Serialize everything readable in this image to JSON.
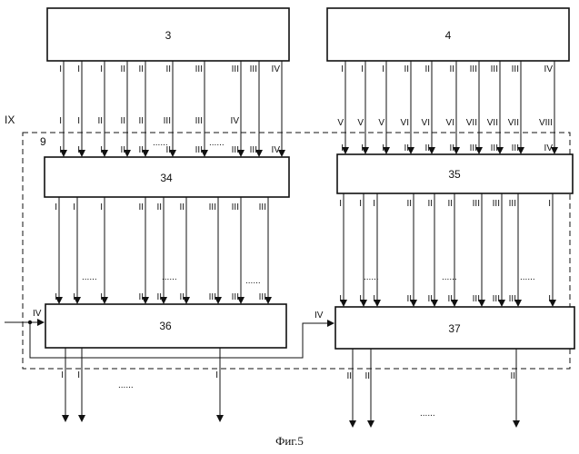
{
  "figure": {
    "caption": "Фиг.5",
    "frame_label": "IX",
    "frame_number": "9",
    "input_label": "IV",
    "link_label": "IV",
    "ellipsis": "......"
  },
  "blocks": [
    {
      "id": "3",
      "label": "3",
      "out_labels": [
        "I",
        "I",
        "I",
        "II",
        "II",
        "II",
        "III",
        "III",
        "III",
        "IV"
      ]
    },
    {
      "id": "4",
      "label": "4",
      "out_labels": [
        "I",
        "I",
        "I",
        "II",
        "II",
        "II",
        "III",
        "III",
        "III",
        "IV"
      ]
    },
    {
      "id": "34",
      "label": "34",
      "in_labels": [
        "I",
        "I",
        "I",
        "II",
        "II",
        "II",
        "III",
        "III",
        "III",
        "IV"
      ],
      "mid_labels": [
        "I",
        "I",
        "II",
        "II",
        "II",
        "III",
        "III",
        "IV"
      ],
      "out_labels": [
        "I",
        "I",
        "I",
        "II",
        "II",
        "II",
        "III",
        "III",
        "III"
      ]
    },
    {
      "id": "35",
      "label": "35",
      "in_labels": [
        "I",
        "I",
        "I",
        "II",
        "II",
        "II",
        "III",
        "III",
        "III",
        "IV"
      ],
      "mid_labels": [
        "V",
        "V",
        "V",
        "VI",
        "VI",
        "VI",
        "VII",
        "VII",
        "VII",
        "VIII"
      ],
      "out_labels": [
        "I",
        "I",
        "I",
        "II",
        "II",
        "II",
        "III",
        "III",
        "III"
      ]
    },
    {
      "id": "36",
      "label": "36",
      "in_labels": [
        "I",
        "I",
        "I",
        "II",
        "II",
        "II",
        "III",
        "III",
        "III"
      ],
      "out_labels": [
        "I",
        "I",
        "I"
      ]
    },
    {
      "id": "37",
      "label": "37",
      "in_labels": [
        "I",
        "I",
        "I",
        "II",
        "II",
        "II",
        "III",
        "III",
        "III"
      ],
      "out_labels": [
        "II",
        "II",
        "II"
      ]
    }
  ]
}
